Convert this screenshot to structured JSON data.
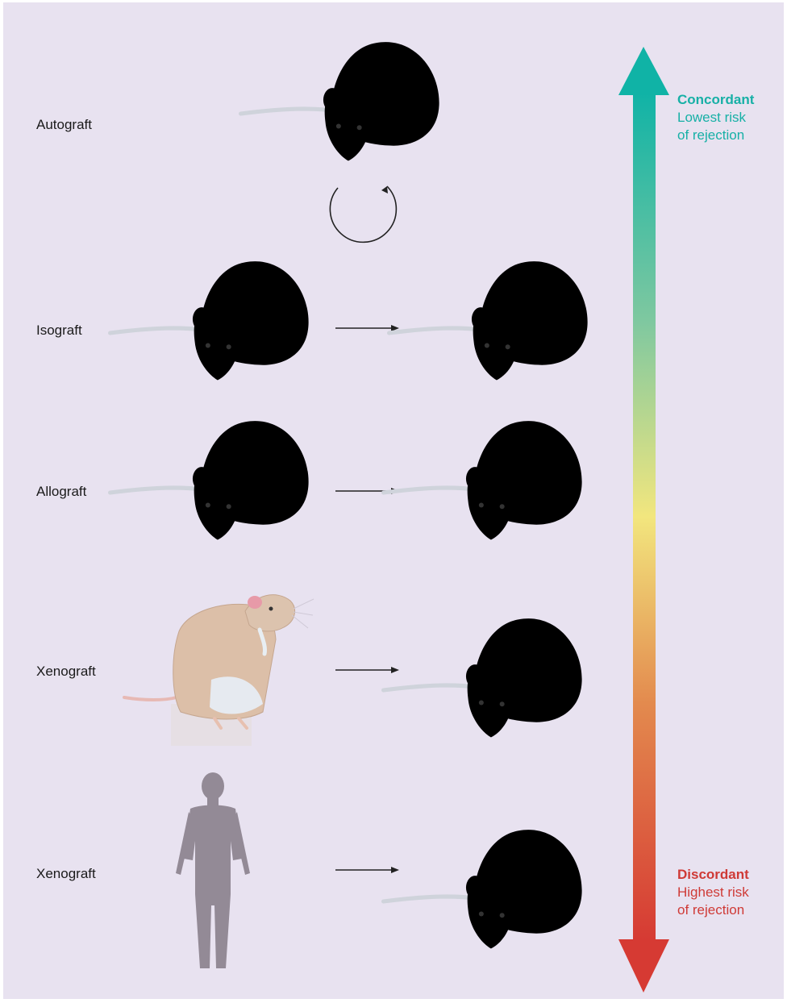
{
  "rows": [
    {
      "label": "Autograft"
    },
    {
      "label": "Isograft"
    },
    {
      "label": "Allograft"
    },
    {
      "label": "Xenograft"
    },
    {
      "label": "Xenograft"
    }
  ],
  "scale": {
    "top": {
      "title": "Concordant",
      "line1": "Lowest risk",
      "line2": "of rejection",
      "color": "#17b0a6"
    },
    "bottom": {
      "title": "Discordant",
      "line1": "Highest risk",
      "line2": "of rejection",
      "color": "#cf3a36"
    },
    "gradient": [
      "#10b3a6",
      "#7fc8a0",
      "#f2e67e",
      "#e38a4e",
      "#d63a33"
    ]
  },
  "colors": {
    "background": "#e8e2f0",
    "grey_mouse": "#b4c2d2",
    "tan_mouse": "#d9b596",
    "human_silhouette": "#938a96"
  },
  "icons": [
    "mouse-icon",
    "rat-icon",
    "human-silhouette-icon",
    "circular-arrow-icon",
    "right-arrow-icon"
  ]
}
